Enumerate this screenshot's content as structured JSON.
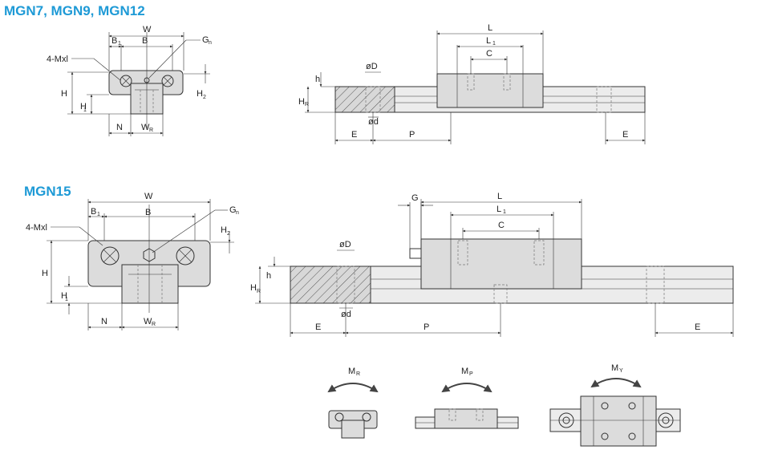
{
  "titles": {
    "small": "MGN7, MGN9, MGN12",
    "large": "MGN15"
  },
  "colors": {
    "title": "#1e9ad6",
    "arrow": "#444444",
    "body": "#dcdcdc"
  },
  "small_front": {
    "W": "W",
    "B": "B",
    "B1": "B",
    "B1_sub": "1",
    "Gn": "G",
    "Gn_sub": "n",
    "M": "4-Mxl",
    "H": "H",
    "H1": "H",
    "H1_sub": "1",
    "H2": "H",
    "H2_sub": "2",
    "N": "N",
    "WR": "W",
    "WR_sub": "R"
  },
  "small_side": {
    "L": "L",
    "L1": "L",
    "L1_sub": "1",
    "C": "C",
    "D": "øD",
    "d": "ød",
    "h": "h",
    "HR": "H",
    "HR_sub": "R",
    "E_left": "E",
    "P": "P",
    "E_right": "E"
  },
  "large_front": {
    "W": "W",
    "B": "B",
    "B1": "B",
    "B1_sub": "1",
    "Gn": "G",
    "Gn_sub": "n",
    "M": "4-Mxl",
    "H": "H",
    "H1": "H",
    "H1_sub": "1",
    "H2": "H",
    "H2_sub": "2",
    "N": "N",
    "WR": "W",
    "WR_sub": "R"
  },
  "large_side": {
    "G": "G",
    "L": "L",
    "L1": "L",
    "L1_sub": "1",
    "C": "C",
    "D": "øD",
    "d": "ød",
    "h": "h",
    "HR": "H",
    "HR_sub": "R",
    "E_left": "E",
    "P": "P",
    "E_right": "E"
  },
  "moments": {
    "MR": "M",
    "MR_sub": "R",
    "MP": "M",
    "MP_sub": "P",
    "MY": "M",
    "MY_sub": "Y"
  }
}
